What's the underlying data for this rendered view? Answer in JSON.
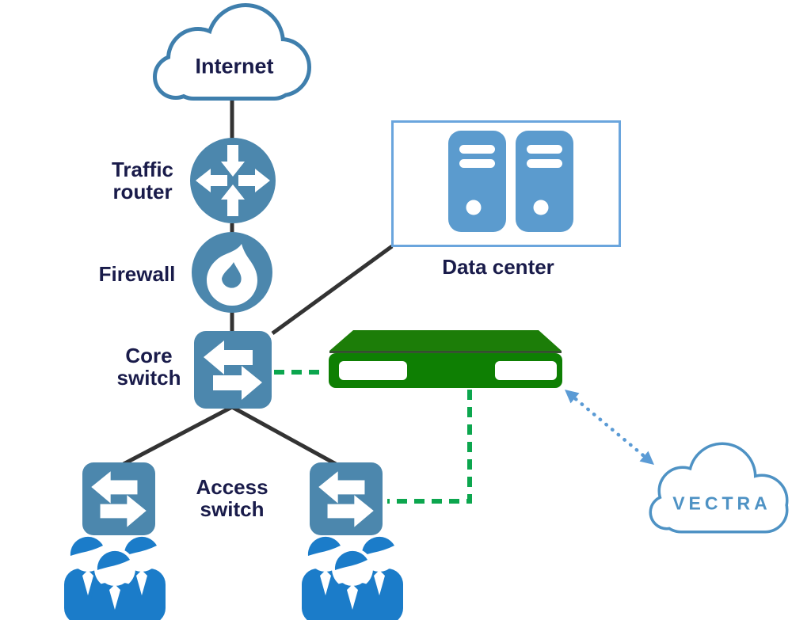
{
  "diagram": {
    "type": "network-topology",
    "nodes": {
      "internet": {
        "label": "Internet"
      },
      "traffic_router": {
        "label": "Traffic\nrouter"
      },
      "firewall": {
        "label": "Firewall"
      },
      "core_switch": {
        "label": "Core\nswitch"
      },
      "data_center": {
        "label": "Data center"
      },
      "access_switch": {
        "label": "Access\nswitch"
      },
      "vectra_cloud": {
        "label": "VECTRA"
      }
    },
    "edges": [
      {
        "from": "internet",
        "to": "traffic_router",
        "style": "solid-dark"
      },
      {
        "from": "traffic_router",
        "to": "firewall",
        "style": "solid-dark"
      },
      {
        "from": "firewall",
        "to": "core_switch",
        "style": "solid-dark"
      },
      {
        "from": "core_switch",
        "to": "data_center",
        "style": "solid-dark"
      },
      {
        "from": "core_switch",
        "to": "access_switch_1",
        "style": "solid-dark"
      },
      {
        "from": "core_switch",
        "to": "access_switch_2",
        "style": "solid-dark"
      },
      {
        "from": "core_switch",
        "to": "sensor_appliance",
        "style": "dashed-green"
      },
      {
        "from": "sensor_appliance",
        "to": "access_switch_2",
        "style": "dashed-green"
      },
      {
        "from": "sensor_appliance",
        "to": "vectra_cloud",
        "style": "dotted-blue-double-arrow"
      }
    ],
    "colors": {
      "node_blue": "#4c87ad",
      "cloud_blue": "#3f7fad",
      "server_blue": "#5b9bce",
      "datacenter_border": "#6aa5dd",
      "label_navy": "#191b4a",
      "user_blue": "#1b7cc9",
      "appliance_green_top": "#1c7d08",
      "appliance_green_front": "#0e7f03",
      "dash_green": "#0ca64e",
      "dotted_blue": "#5b9bd5",
      "line_dark": "#333333",
      "vectra_blue": "#4e92c4"
    }
  }
}
